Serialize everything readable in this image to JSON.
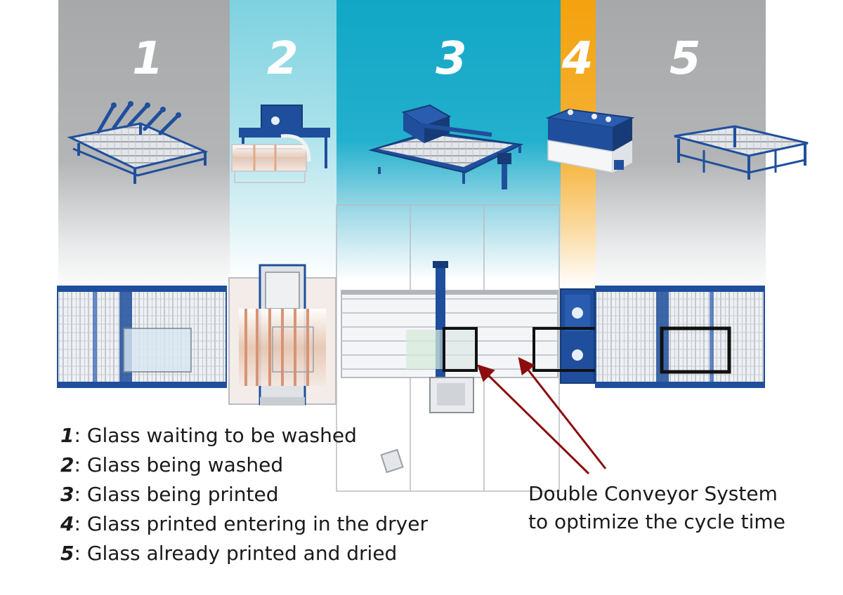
{
  "stations": [
    {
      "number": "1",
      "color": "#a6a8aa"
    },
    {
      "number": "2",
      "color": "#7dd2e0"
    },
    {
      "number": "3",
      "color": "#12a7c6"
    },
    {
      "number": "4",
      "color": "#f4a20e"
    },
    {
      "number": "5",
      "color": "#a6a8aa"
    }
  ],
  "legend": [
    {
      "number": "1",
      "text": ": Glass waiting to be washed"
    },
    {
      "number": "2",
      "text": ": Glass being washed"
    },
    {
      "number": "3",
      "text": ": Glass being printed"
    },
    {
      "number": "4",
      "text": ": Glass printed entering in the dryer"
    },
    {
      "number": "5",
      "text": ": Glass already printed and dried"
    }
  ],
  "annotation": {
    "line1": "Double Conveyor System",
    "line2": "to optimize the cycle time",
    "arrow_color": "#8b0d0d"
  },
  "colors": {
    "machine_blue": "#1f4f9c",
    "frame_gray": "#8c9096",
    "highlight_frame": "#111111"
  }
}
